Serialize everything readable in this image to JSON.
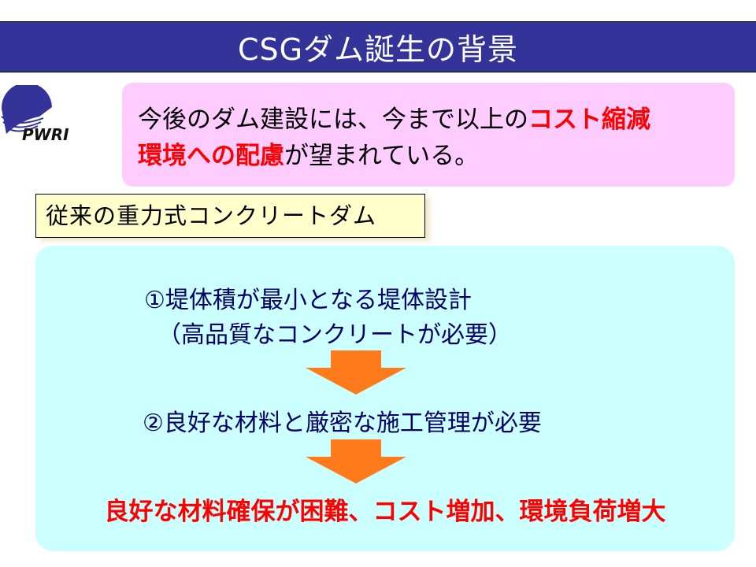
{
  "title": "CSGダム誕生の背景",
  "logo_text": "PWRI",
  "intro": {
    "part1": "今後のダム建設には、今まで以上の",
    "highlight1": "コスト縮減",
    "highlight2": "環境への配慮",
    "part2": "が望まれている。"
  },
  "section_label": "従来の重力式コンクリートダム",
  "steps": {
    "step1": "①堤体積が最小となる堤体設計",
    "step1_note": "（高品質なコンクリートが必要）",
    "step2": "②良好な材料と厳密な施工管理が必要",
    "conclusion": "良好な材料確保が困難、コスト増加、環境負荷増大"
  },
  "colors": {
    "title_bar": "#333399",
    "highlight": "#ff0000",
    "arrow": "#ff7a1a"
  }
}
